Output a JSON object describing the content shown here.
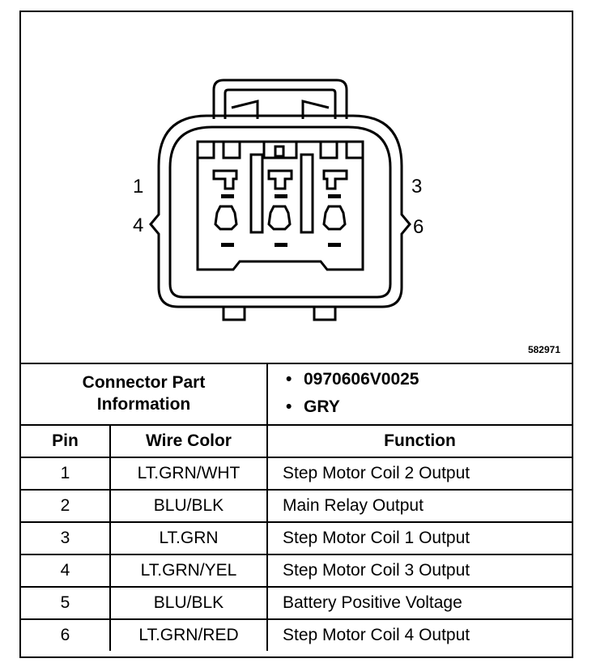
{
  "diagram": {
    "pin_labels": {
      "p1": "1",
      "p3": "3",
      "p4": "4",
      "p6": "6"
    },
    "figure_id": "582971"
  },
  "connector_info": {
    "title_line1": "Connector Part",
    "title_line2": "Information",
    "items": [
      "0970606V0025",
      "GRY"
    ]
  },
  "table": {
    "headers": {
      "pin": "Pin",
      "wire_color": "Wire Color",
      "function": "Function"
    },
    "rows": [
      {
        "pin": "1",
        "wire_color": "LT.GRN/WHT",
        "function": "Step Motor Coil 2 Output"
      },
      {
        "pin": "2",
        "wire_color": "BLU/BLK",
        "function": "Main Relay Output"
      },
      {
        "pin": "3",
        "wire_color": "LT.GRN",
        "function": "Step Motor Coil 1 Output"
      },
      {
        "pin": "4",
        "wire_color": "LT.GRN/YEL",
        "function": "Step Motor Coil 3 Output"
      },
      {
        "pin": "5",
        "wire_color": "BLU/BLK",
        "function": "Battery Positive Voltage"
      },
      {
        "pin": "6",
        "wire_color": "LT.GRN/RED",
        "function": "Step Motor Coil 4 Output"
      }
    ]
  }
}
